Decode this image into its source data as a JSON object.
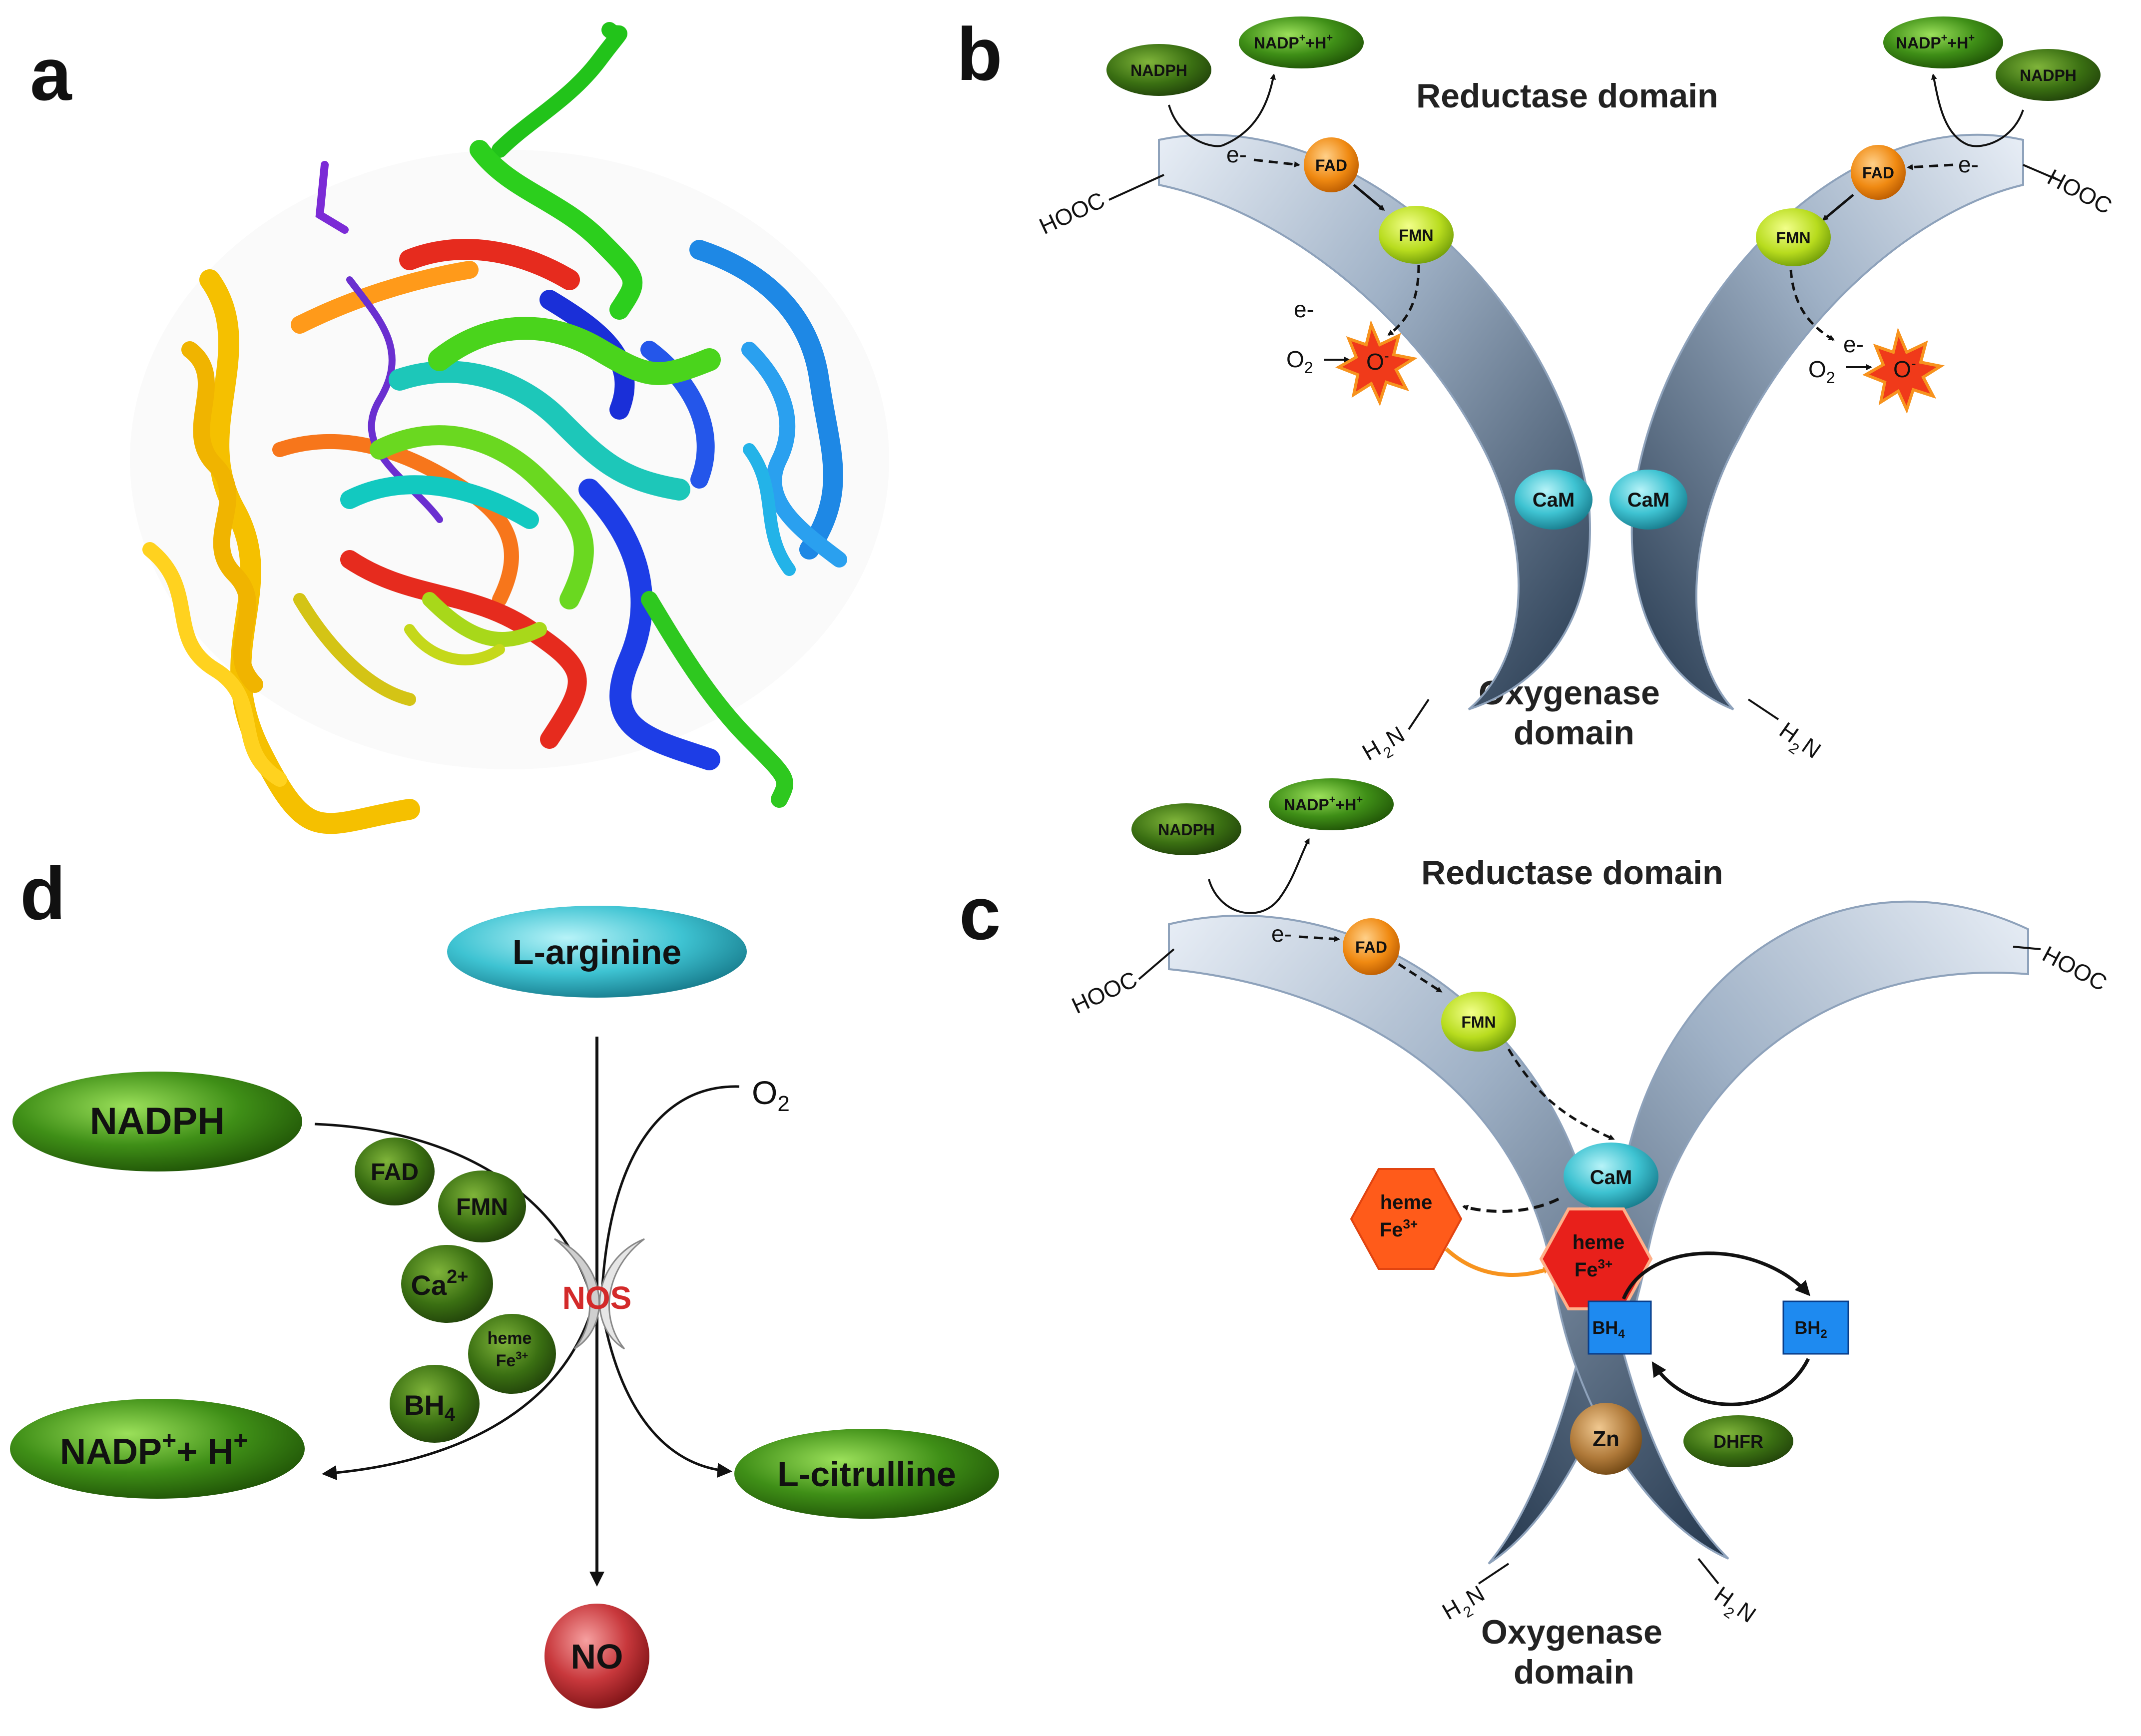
{
  "panels": {
    "a": "a",
    "b": "b",
    "c": "c",
    "d": "d"
  },
  "colors": {
    "green_dark": "#2e6b0c",
    "green_light": "#8cc63f",
    "cyan": "#3fc0d0",
    "red_heme": "#e8361b",
    "orange": "#f7931e",
    "blue_box": "#1e88e5",
    "zn": "#b07a3a",
    "no_red": "#c0282d",
    "arm_dark": "#2b3e55",
    "arm_light": "#d8e2ee"
  },
  "panel_b": {
    "reductase": "Reductase domain",
    "oxygenase_line1": "Oxygenase",
    "oxygenase_line2": "domain",
    "nadph": "NADPH",
    "nadp_base": "NADP",
    "nadp_sup": "+",
    "nadp_plus": "+H",
    "nadp_sup2": "+",
    "fad": "FAD",
    "fmn": "FMN",
    "cam": "CaM",
    "electron": "e-",
    "hooc": "HOOC",
    "h2n_h": "H",
    "h2n_2": "2",
    "h2n_n": "N",
    "o2": "O",
    "o2_sub": "2",
    "superoxide": "O",
    "superoxide_sup": "-"
  },
  "panel_c": {
    "reductase": "Reductase domain",
    "oxygenase_line1": "Oxygenase",
    "oxygenase_line2": "domain",
    "nadph": "NADPH",
    "nadp_base": "NADP",
    "nadp_sup": "+",
    "nadp_plus": "+H",
    "nadp_sup2": "+",
    "fad": "FAD",
    "fmn": "FMN",
    "cam": "CaM",
    "electron": "e-",
    "hooc": "HOOC",
    "h2n_h": "H",
    "h2n_2": "2",
    "h2n_n": "N",
    "heme": "heme",
    "fe": "Fe",
    "fe_sup": "3+",
    "bh4": "BH",
    "bh4_sub": "4",
    "bh2": "BH",
    "bh2_sub": "2",
    "zn": "Zn",
    "dhfr": "DHFR"
  },
  "panel_d": {
    "l_arginine": "L-arginine",
    "nadph": "NADPH",
    "o2": "O",
    "o2_sub": "2",
    "fad": "FAD",
    "fmn": "FMN",
    "ca": "Ca",
    "ca_sup": "2+",
    "heme": "heme",
    "fe": "Fe",
    "fe_sup": "3+",
    "bh4": "BH",
    "bh4_sub": "4",
    "nos": "NOS",
    "nadp_base": "NADP",
    "nadp_sup": "+",
    "nadp_h": "+ H",
    "nadp_sup2": "+",
    "l_citrulline": "L-citrulline",
    "no": "NO"
  }
}
